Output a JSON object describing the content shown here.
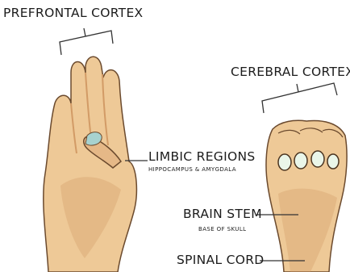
{
  "labels": {
    "prefrontal": "PREFRONTAL CORTEX",
    "cerebral": "CEREBRAL CORTEX",
    "limbic": "LIMBIC REGIONS",
    "limbic_sub": "HIPPOCAMPUS & AMYGDALA",
    "brainstem": "BRAIN STEM",
    "brainstem_sub": "BASE OF SKULL",
    "spinal": "SPINAL CORD"
  },
  "colors": {
    "skin": "#eec997",
    "skin_shadow": "#d29b66",
    "outline": "#6b4a2e",
    "thumb_tip": "#a7d2cf",
    "nails": "#eaf6e9",
    "ink": "#1c1c1c"
  }
}
